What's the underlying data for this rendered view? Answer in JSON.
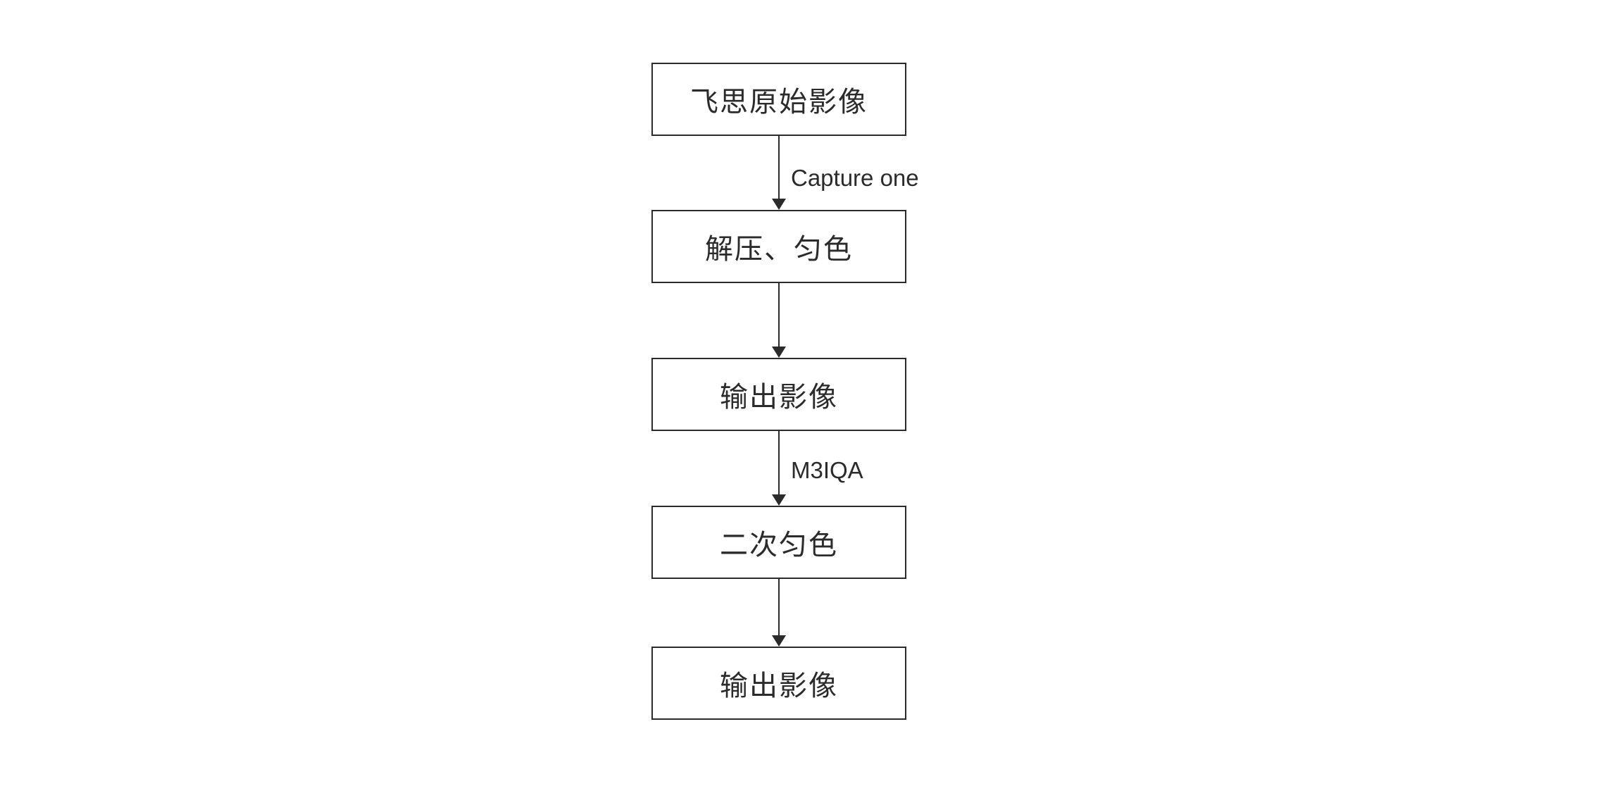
{
  "diagram": {
    "type": "flowchart",
    "background_color": "#ffffff",
    "line_color": "#2b2b2b",
    "nodes": [
      {
        "id": "node-1",
        "label": "飞思原始影像"
      },
      {
        "id": "node-2",
        "label": "解压、匀色"
      },
      {
        "id": "node-3",
        "label": "输出影像"
      },
      {
        "id": "node-4",
        "label": "二次匀色"
      },
      {
        "id": "node-5",
        "label": "输出影像"
      }
    ],
    "edges": [
      {
        "from": "node-1",
        "to": "node-2",
        "label": "Capture one"
      },
      {
        "from": "node-2",
        "to": "node-3",
        "label": ""
      },
      {
        "from": "node-3",
        "to": "node-4",
        "label": "M3IQA"
      },
      {
        "from": "node-4",
        "to": "node-5",
        "label": ""
      }
    ]
  }
}
